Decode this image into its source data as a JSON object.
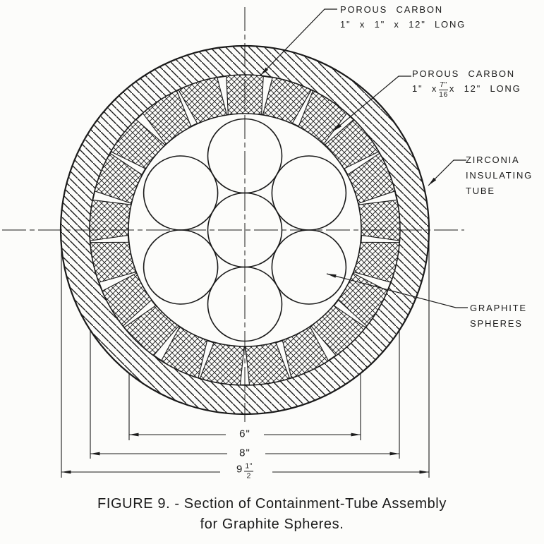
{
  "labels": {
    "porous_carbon_large": {
      "line1": "POROUS CARBON",
      "line2": "1\" x 1\" x 12\" LONG"
    },
    "porous_carbon_small": {
      "line1": "POROUS CARBON",
      "pre": "1\" x",
      "frac_num": "7\"",
      "frac_den": "16",
      "post": "x 12\" LONG"
    },
    "zirconia": {
      "line1": "ZIRCONIA",
      "line2": "INSULATING",
      "line3": "TUBE"
    },
    "graphite": {
      "line1": "GRAPHITE",
      "line2": "SPHERES"
    }
  },
  "dimensions": {
    "bore": "6\"",
    "ring": "8\"",
    "outer_int": "9",
    "outer_frac_num": "1\"",
    "outer_frac_den": "2"
  },
  "caption": {
    "line1": "FIGURE 9. - Section of Containment-Tube Assembly",
    "line2": "for Graphite Spheres."
  },
  "colors": {
    "ink": "#1b1b1b",
    "paper": "#fcfcfa"
  }
}
